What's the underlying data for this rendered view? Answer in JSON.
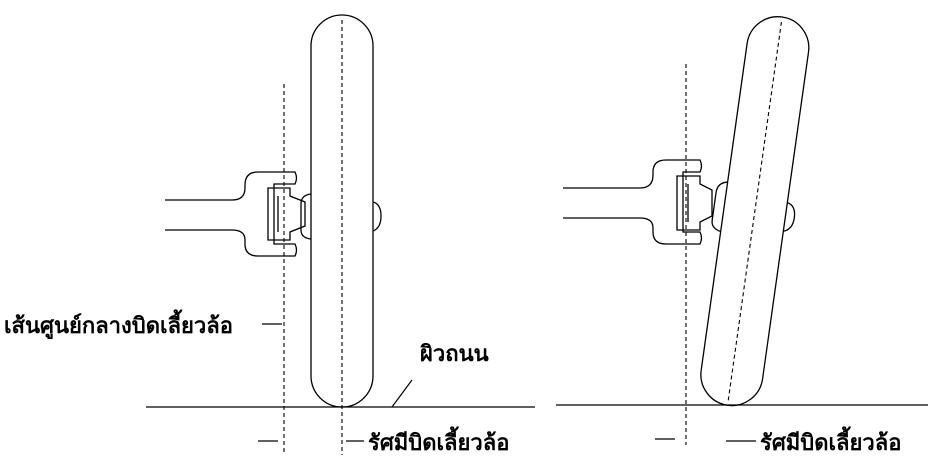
{
  "labels": {
    "steering_axis": "เส้นศูนย์กลางบิดเลี้ยวล้อ",
    "road_surface": "ผิวถนน",
    "scrub_radius_left": "รัศมีบิดเลี้ยวล้อ",
    "scrub_radius_right": "รัศมีบิดเลี้ยวล้อ"
  },
  "colors": {
    "ink": "#000000",
    "background": "#ffffff"
  }
}
